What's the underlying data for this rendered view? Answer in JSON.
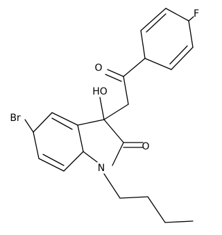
{
  "molecule": {
    "atoms": {
      "F": "F",
      "O_ketone": "O",
      "HO": "HO",
      "Br": "Br",
      "O_lactam": "O",
      "N": "N"
    },
    "colors": {
      "bond": "#000000",
      "label": "#000000",
      "background": "#ffffff"
    }
  }
}
